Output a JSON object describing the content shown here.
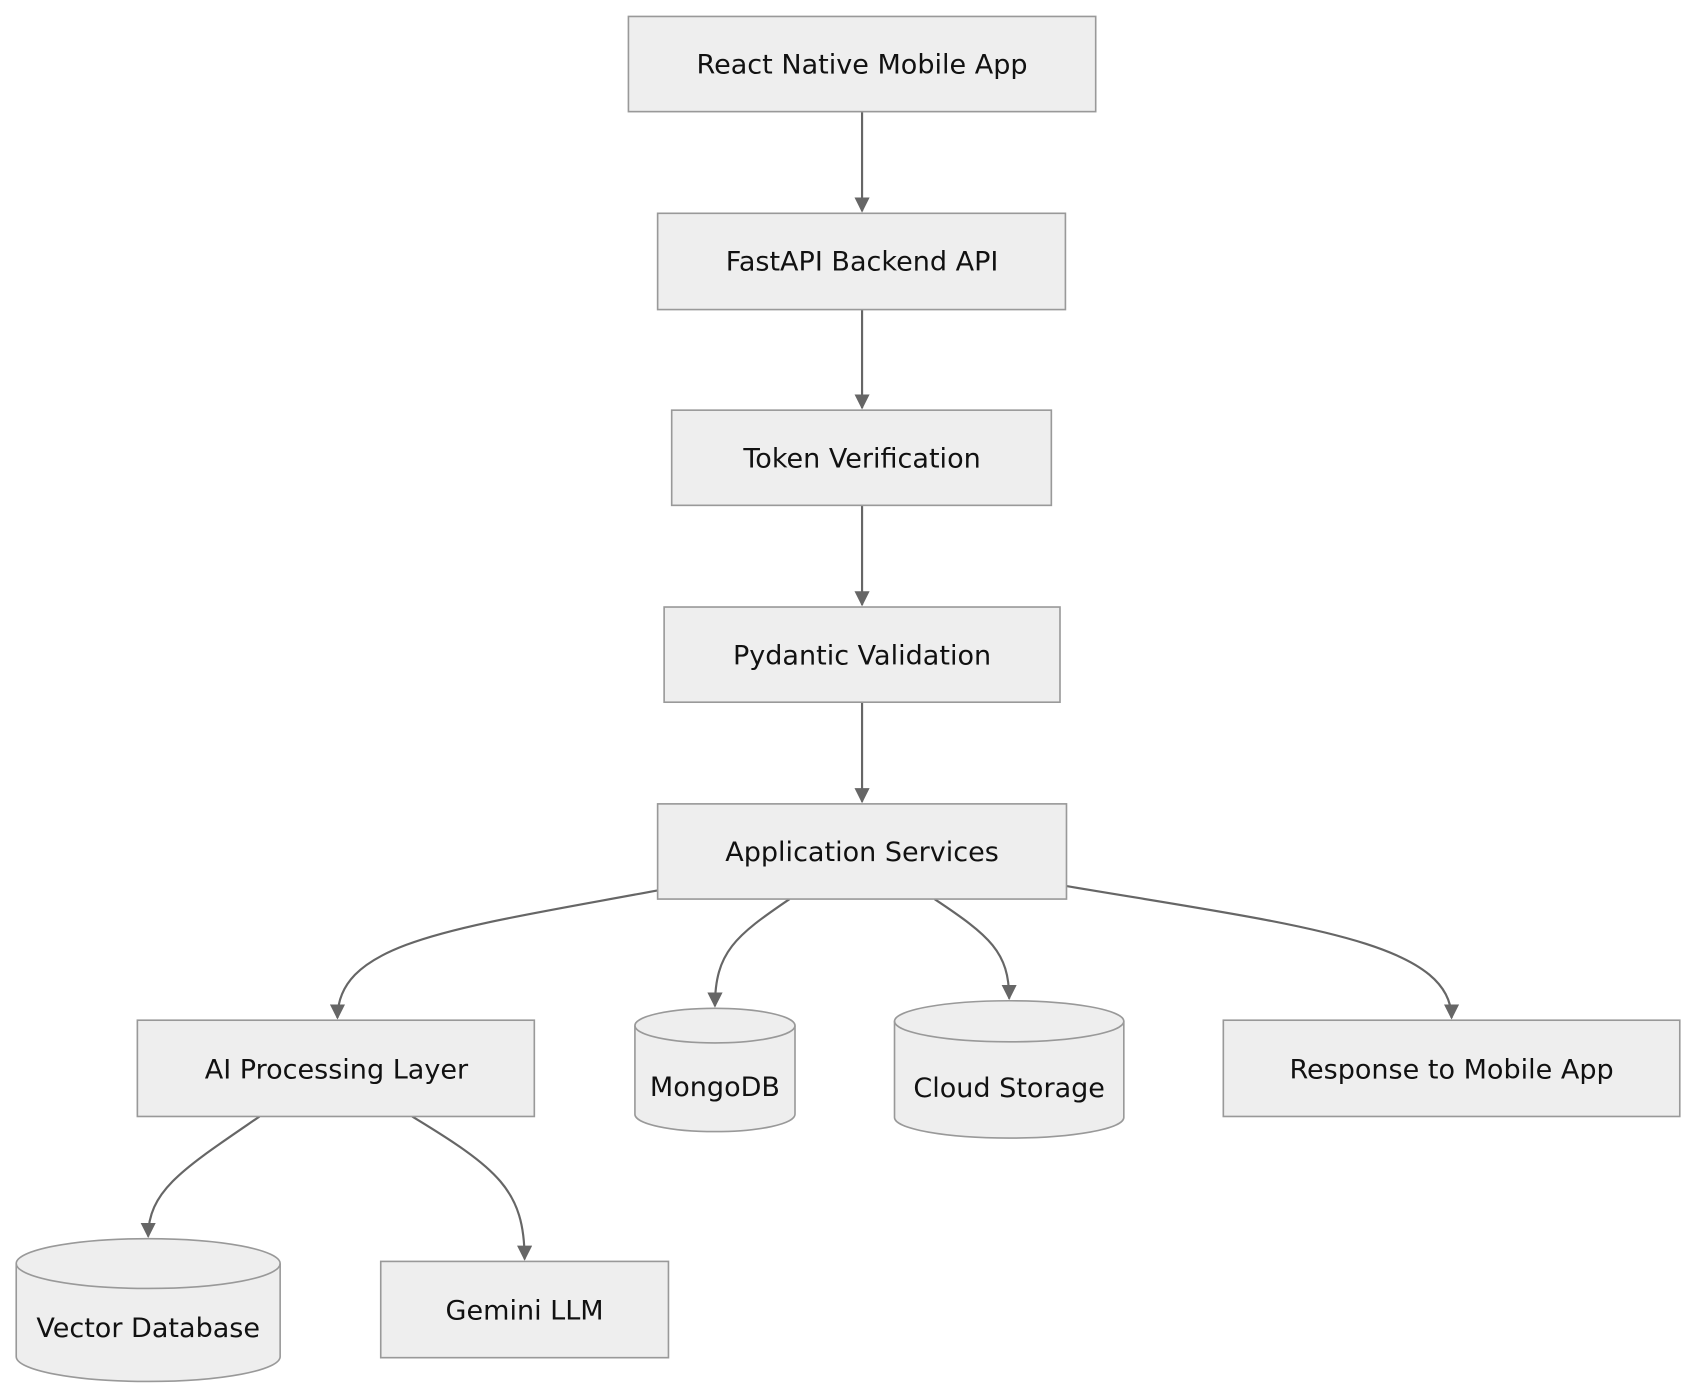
{
  "nodes": {
    "mobile_app": "React Native Mobile App",
    "fastapi": "FastAPI Backend API",
    "token": "Token Verification",
    "pydantic": "Pydantic Validation",
    "app_services": "Application Services",
    "ai_layer": "AI Processing Layer",
    "mongodb": "MongoDB",
    "cloud_storage": "Cloud Storage",
    "response": "Response to Mobile App",
    "vector_db": "Vector Database",
    "gemini": "Gemini LLM"
  },
  "colors": {
    "node_fill": "#eeeeee",
    "node_stroke": "#999999",
    "edge": "#666666"
  }
}
